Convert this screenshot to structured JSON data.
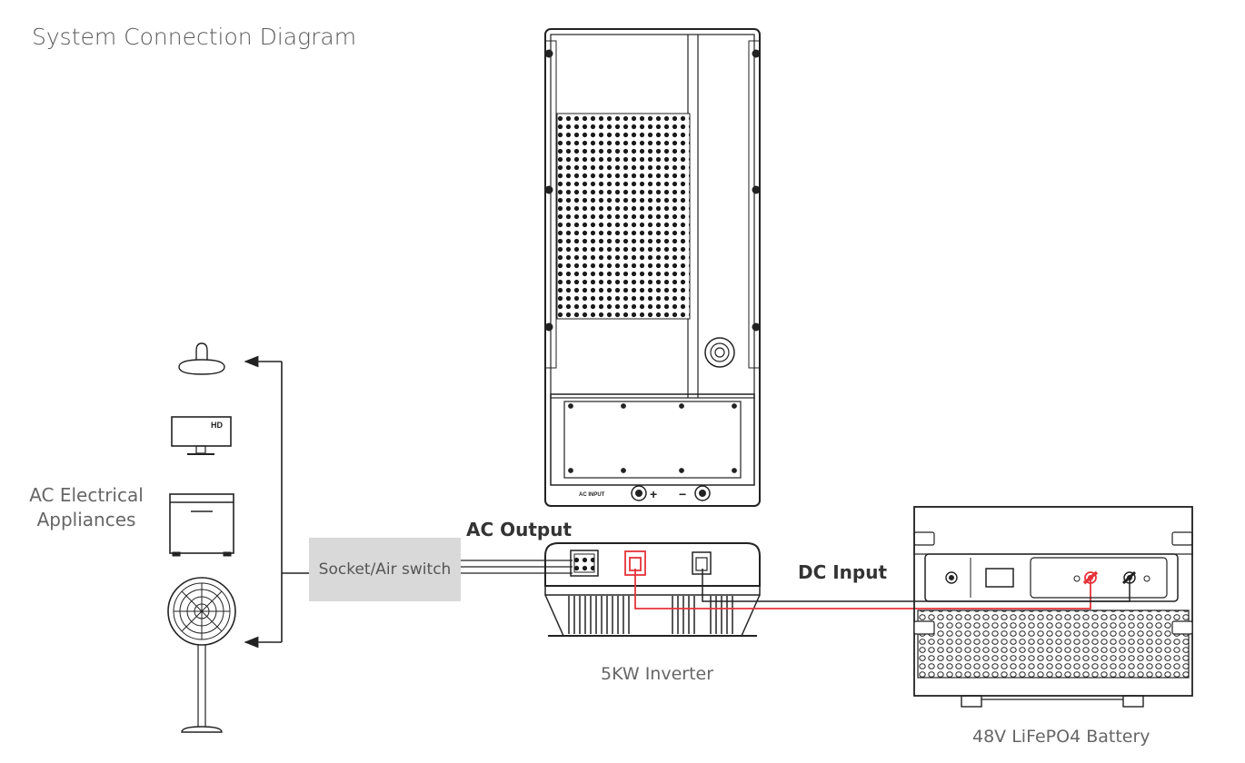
{
  "title": "System Connection Diagram",
  "appliances": {
    "label_line1": "AC Electrical",
    "label_line2": "Appliances"
  },
  "socket": {
    "label": "Socket/Air switch"
  },
  "ac_output": {
    "label": "AC Output"
  },
  "dc_input": {
    "label": "DC Input"
  },
  "inverter": {
    "label": "5KW Inverter",
    "panel_text": "AC INPUT",
    "plus": "+",
    "minus": "−"
  },
  "battery": {
    "label": "48V LiFePO4 Battery"
  },
  "tv_badge": "HD",
  "colors": {
    "positive_wire": "#e5333b",
    "line": "#222222",
    "socket_bg": "#d9d9d9"
  }
}
